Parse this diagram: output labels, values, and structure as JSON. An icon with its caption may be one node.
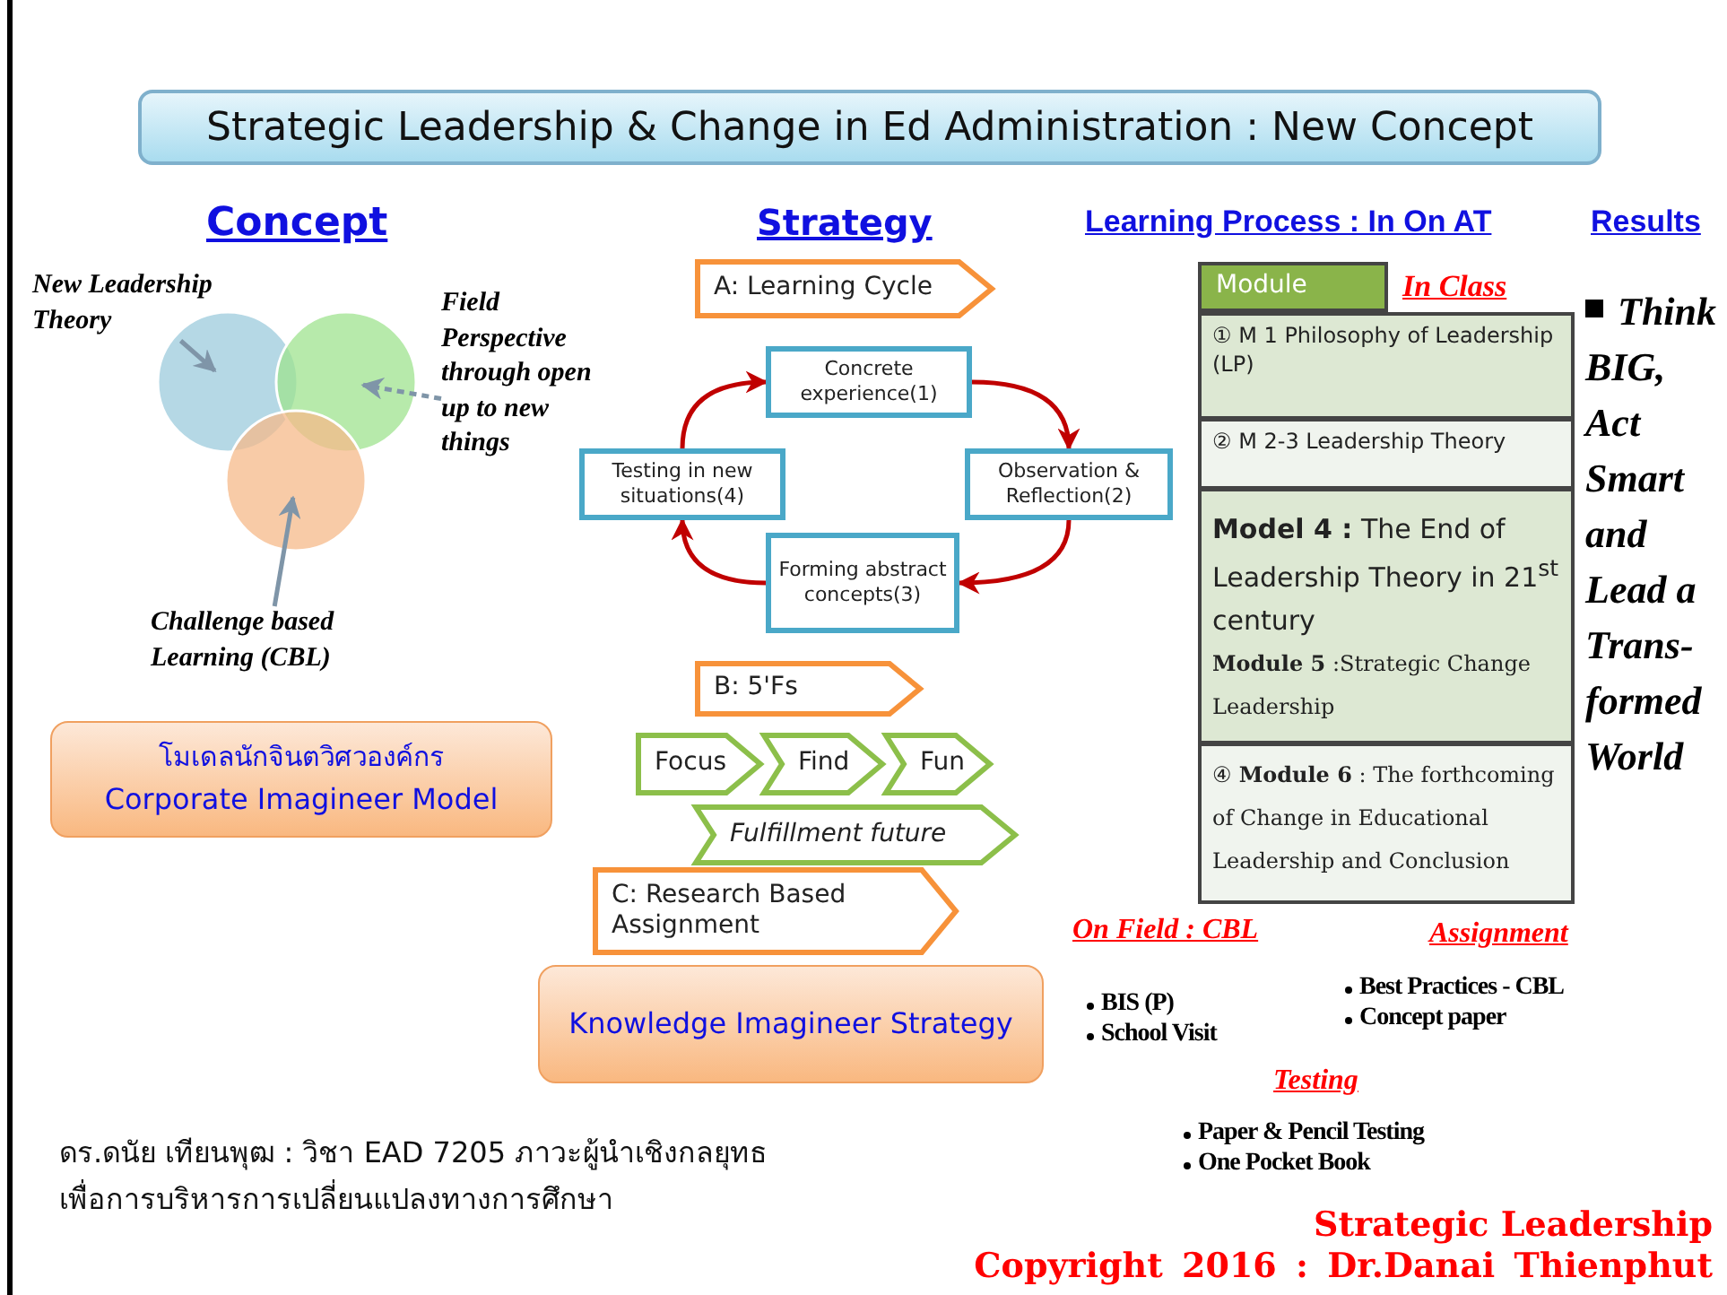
{
  "diagram": {
    "title": "Strategic Leadership & Change in Ed Administration : New Concept",
    "nodes": [
      {
        "text": [
          "New Leadership Theory"
        ]
      },
      {
        "text": [],
        "shape": "circle"
      },
      {
        "text": [],
        "shape": "circle"
      },
      {
        "text": [
          "Field Perspective through open up to new things"
        ]
      },
      {
        "text": [],
        "shape": "circle"
      },
      {
        "text": [
          "Challenge based Learning (CBL)"
        ]
      },
      {
        "text": [
          "โมเดลนักจินตวิศวองค์กร",
          "Corporate Imagineer Model"
        ]
      },
      {
        "text": [
          "A: Learning Cycle"
        ]
      },
      {
        "text": [
          "Concrete experience(1)"
        ]
      },
      {
        "text": [
          "Testing in new situations(4)"
        ]
      },
      {
        "text": [
          "Observation & Reflection(2)"
        ]
      },
      {
        "text": [
          "Forming abstract concepts(3)"
        ]
      },
      {
        "text": [
          "B: 5'Fs"
        ]
      },
      {
        "text": [
          "Focus"
        ]
      },
      {
        "text": [
          "Find"
        ]
      },
      {
        "text": [
          "Fun"
        ]
      },
      {
        "text": [
          "Fulfillment future"
        ]
      },
      {
        "text": [
          "C: Research Based Assignment"
        ]
      },
      {
        "text": [
          "Knowledge Imagineer Strategy"
        ]
      },
      {
        "text": [
          "Module"
        ]
      },
      {
        "text": [
          "① M 1 Philosophy of Leadership (LP)"
        ]
      },
      {
        "text": [
          "② M 2-3 Leadership Theory"
        ]
      },
      {
        "text": [
          "**Model 4 :** The End of Leadership Theory in 21$^{st}$ century",
          "**Module 5** :Strategic Change Leadership"
        ]
      },
      {
        "text": [
          "④ **Module 6** : The forthcoming of Change in Educational Leadership and Conclusion"
        ]
      }
    ],
    "edges": [
      {
        "from": 0,
        "to": 1,
        "arrow": "to",
        "color": "#7f95a8"
      },
      {
        "from": 3,
        "to": 2,
        "arrow": "to",
        "style": "dashed",
        "color": "#7f95a8"
      },
      {
        "from": 5,
        "to": 4,
        "arrow": "to",
        "color": "#7f95a8"
      },
      {
        "from": 8,
        "to": 10,
        "arrow": "to",
        "color": "#c00000"
      },
      {
        "from": 10,
        "to": 11,
        "arrow": "to",
        "color": "#c00000"
      },
      {
        "from": 11,
        "to": 9,
        "arrow": "to",
        "color": "#c00000"
      },
      {
        "from": 9,
        "to": 8,
        "arrow": "to",
        "color": "#c00000"
      }
    ],
    "labels": [
      "Concept",
      "Strategy",
      "Learning Process : In On AT",
      "Results",
      "In Class",
      "Think BIG, Act Smart and Lead a Trans- formed World",
      "On Field : CBL",
      "BIS (P)",
      "School Visit",
      "Assignment",
      "Best Practices - CBL",
      "Concept paper",
      "Testing",
      "Paper & Pencil Testing",
      "One Pocket Book",
      "ดร.ดนัย เทียนพุฒ : วิชา EAD 7205 ภาวะผู้นำเชิงกลยุทธเพื่อการบริหารการเปลี่ยนแปลงทางการศึกษา",
      "Strategic Leadership",
      "Copyright 2016 : Dr.Danai Thienphut"
    ]
  }
}
